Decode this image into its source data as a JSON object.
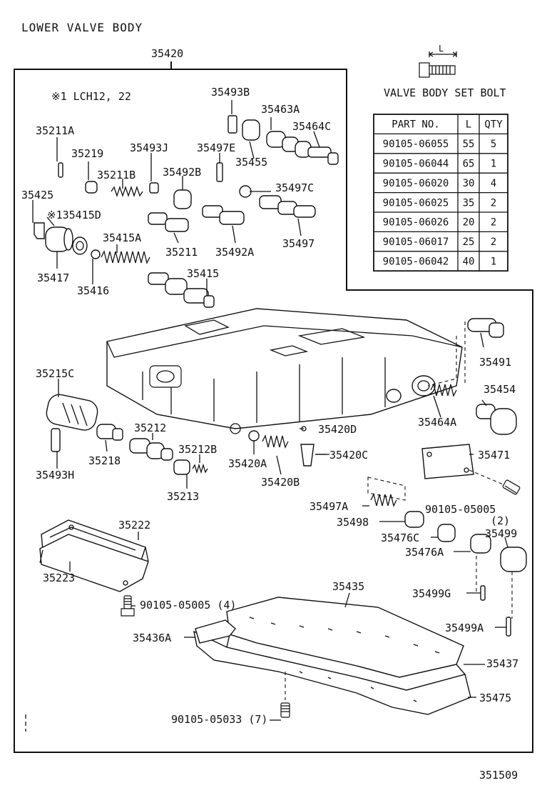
{
  "title": "LOWER VALVE BODY",
  "assembly_number": "35420",
  "note": "※1 LCH12, 22",
  "bolt_table": {
    "title": "VALVE BODY SET BOLT",
    "dimension_label": "L",
    "headers": [
      "PART NO.",
      "L",
      "QTY"
    ],
    "rows": [
      [
        "90105-06055",
        "55",
        "5"
      ],
      [
        "90105-06044",
        "65",
        "1"
      ],
      [
        "90105-06020",
        "30",
        "4"
      ],
      [
        "90105-06025",
        "35",
        "2"
      ],
      [
        "90105-06026",
        "20",
        "2"
      ],
      [
        "90105-06017",
        "25",
        "2"
      ],
      [
        "90105-06042",
        "40",
        "1"
      ]
    ]
  },
  "labels": {
    "p35493B": "35493B",
    "p35463A": "35463A",
    "p35464C": "35464C",
    "p35211A": "35211A",
    "p35219": "35219",
    "p35493J": "35493J",
    "p35497E": "35497E",
    "p35455": "35455",
    "p35211B": "35211B",
    "p35492B": "35492B",
    "p35497C": "35497C",
    "p35425": "35425",
    "p135415D": "※135415D",
    "p35415A": "35415A",
    "p35211": "35211",
    "p35492A": "35492A",
    "p35497": "35497",
    "p35417": "35417",
    "p35416": "35416",
    "p35415": "35415",
    "p35491": "35491",
    "p35215C": "35215C",
    "p35454": "35454",
    "p35464A": "35464A",
    "p35212": "35212",
    "p35420D": "35420D",
    "p35212B": "35212B",
    "p35218": "35218",
    "p35420C": "35420C",
    "p35471": "35471",
    "p35493H": "35493H",
    "p35420A": "35420A",
    "p35420B": "35420B",
    "p35213": "35213",
    "p35497A": "35497A",
    "p90105_05005b": "90105-05005",
    "p90105_05005b_qty": "(2)",
    "p35222": "35222",
    "p35498": "35498",
    "p35476C": "35476C",
    "p35499": "35499",
    "p35476A": "35476A",
    "p35223": "35223",
    "p35435": "35435",
    "p35499G": "35499G",
    "p90105_05005a": "90105-05005 (4)",
    "p35499A": "35499A",
    "p35436A": "35436A",
    "p35437": "35437",
    "p35475": "35475",
    "p90105_05033": "90105-05033 (7)"
  },
  "figure_number": "351509"
}
